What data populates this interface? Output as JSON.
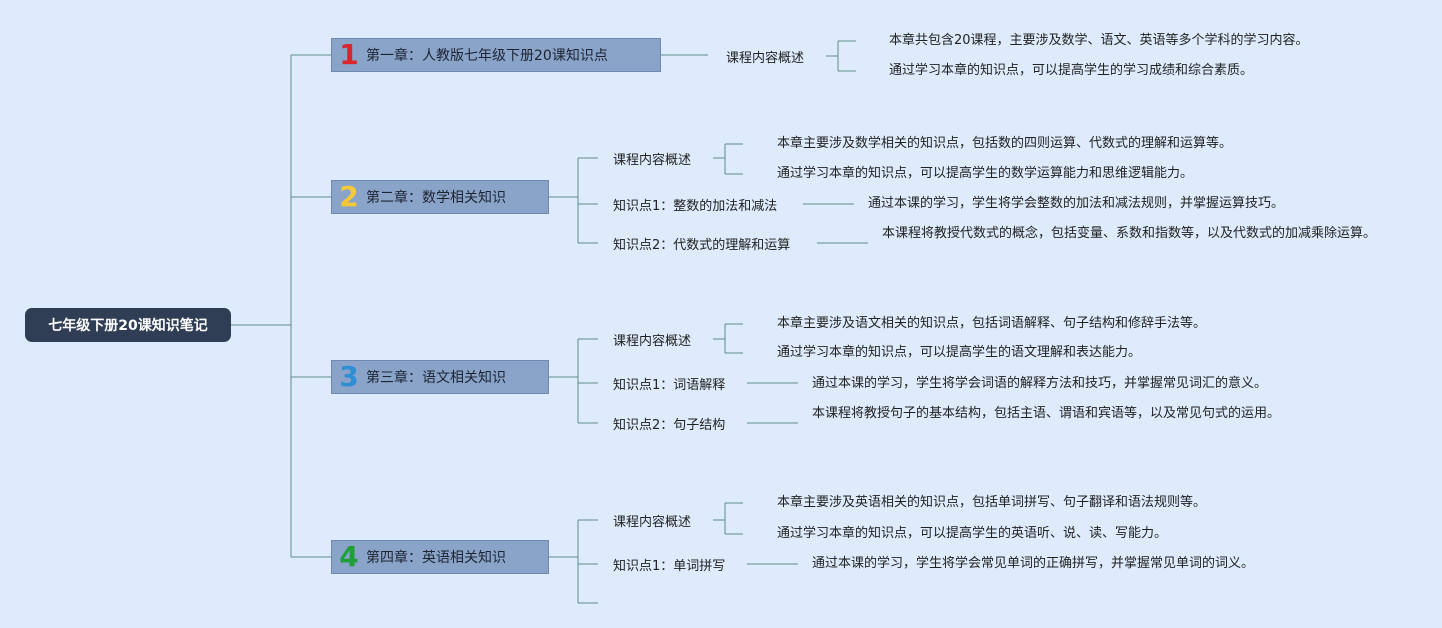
{
  "root": {
    "title": "七年级下册20课知识笔记"
  },
  "chapters": [
    {
      "number": "1",
      "number_color": "#d8262c",
      "title": "第一章：人教版七年级下册20课知识点",
      "sections": [
        {
          "label": "课程内容概述",
          "points": [
            "本章共包含20课程，主要涉及数学、语文、英语等多个学科的学习内容。",
            "通过学习本章的知识点，可以提高学生的学习成绩和综合素质。"
          ]
        }
      ]
    },
    {
      "number": "2",
      "number_color": "#f3c93a",
      "title": "第二章：数学相关知识",
      "sections": [
        {
          "label": "课程内容概述",
          "points": [
            "本章主要涉及数学相关的知识点，包括数的四则运算、代数式的理解和运算等。",
            "通过学习本章的知识点，可以提高学生的数学运算能力和思维逻辑能力。"
          ]
        },
        {
          "label": "知识点1：整数的加法和减法",
          "points": [
            "通过本课的学习，学生将学会整数的加法和减法规则，并掌握运算技巧。"
          ]
        },
        {
          "label": "知识点2：代数式的理解和运算",
          "points": [
            "本课程将教授代数式的概念，包括变量、系数和指数等，以及代数式的加减乘除运算。"
          ]
        }
      ]
    },
    {
      "number": "3",
      "number_color": "#2e8fd6",
      "title": "第三章：语文相关知识",
      "sections": [
        {
          "label": "课程内容概述",
          "points": [
            "本章主要涉及语文相关的知识点，包括词语解释、句子结构和修辞手法等。",
            "通过学习本章的知识点，可以提高学生的语文理解和表达能力。"
          ]
        },
        {
          "label": "知识点1：词语解释",
          "points": [
            "通过本课的学习，学生将学会词语的解释方法和技巧，并掌握常见词汇的意义。"
          ]
        },
        {
          "label": "知识点2：句子结构",
          "points": [
            "本课程将教授句子的基本结构，包括主语、谓语和宾语等，以及常见句式的运用。"
          ]
        }
      ]
    },
    {
      "number": "4",
      "number_color": "#1f9e3a",
      "title": "第四章：英语相关知识",
      "sections": [
        {
          "label": "课程内容概述",
          "points": [
            "本章主要涉及英语相关的知识点，包括单词拼写、句子翻译和语法规则等。",
            "通过学习本章的知识点，可以提高学生的英语听、说、读、写能力。"
          ]
        },
        {
          "label": "知识点1：单词拼写",
          "points": [
            "通过本课的学习，学生将学会常见单词的正确拼写，并掌握常见单词的词义。"
          ]
        },
        {
          "label": "",
          "points": []
        }
      ]
    }
  ],
  "colors": {
    "background": "#ddebfc",
    "root_fill": "#2f3d55",
    "chapter_fill": "#8aa3c8",
    "connector": "#5e8c86"
  }
}
